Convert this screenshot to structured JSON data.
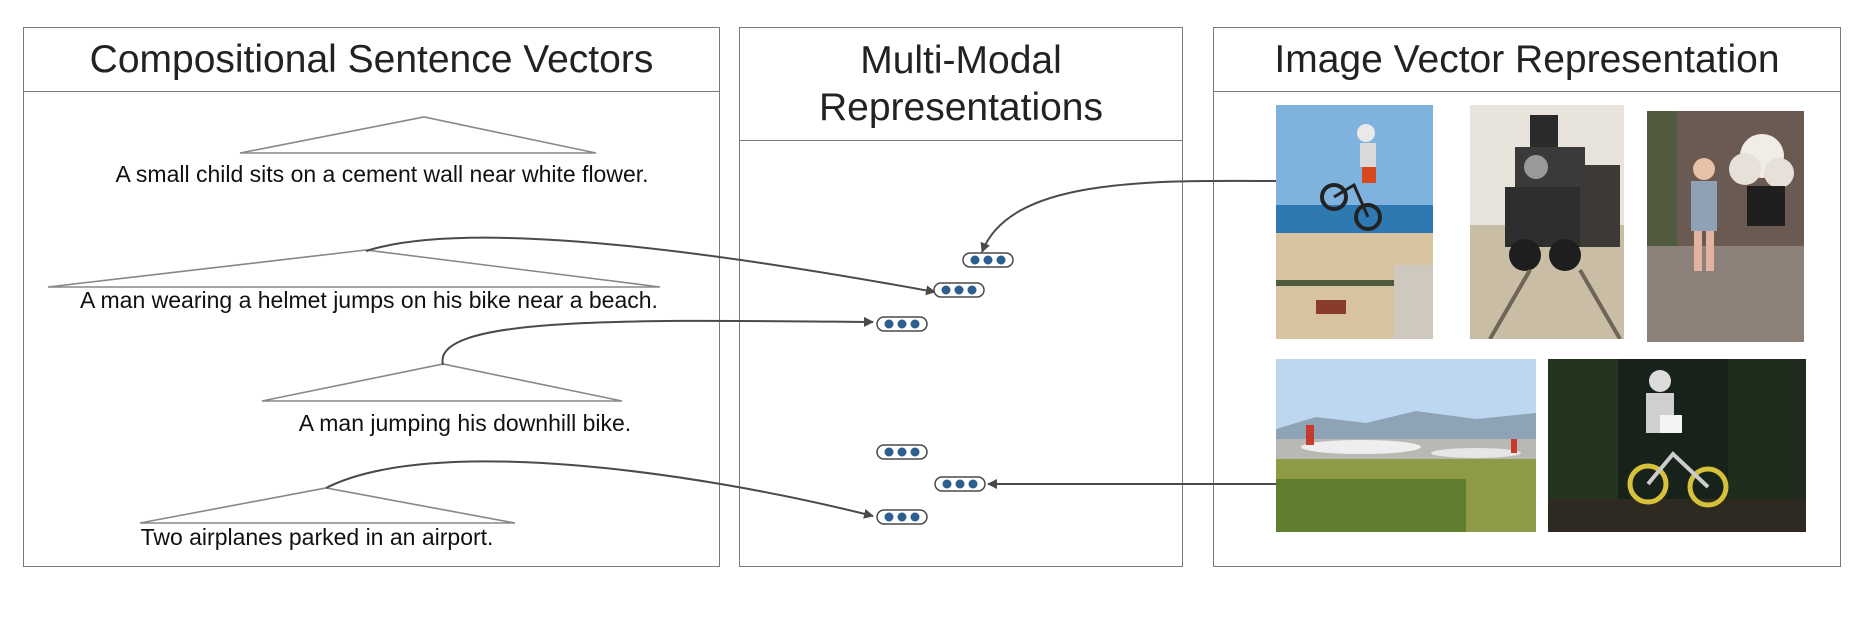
{
  "panels": {
    "sentences": {
      "title": "Compositional Sentence Vectors"
    },
    "multimodal": {
      "title_line1": "Multi-Modal",
      "title_line2": "Representations"
    },
    "images": {
      "title": "Image Vector Representation"
    }
  },
  "sentences": [
    "A small child sits on a cement wall near white flower.",
    "A man wearing a helmet jumps on his bike near a beach.",
    "A man jumping his downhill bike.",
    "Two airplanes parked in an airport."
  ],
  "images": [
    {
      "name": "photo-bike-jump-beach-icon"
    },
    {
      "name": "photo-steam-locomotive-icon"
    },
    {
      "name": "photo-child-on-wall-icon"
    },
    {
      "name": "photo-airplanes-airport-icon"
    },
    {
      "name": "photo-downhill-biker-icon"
    }
  ],
  "colors": {
    "border": "#7a7a7a",
    "arrow": "#4a4a4a",
    "vector_dot": "#2c5f8f",
    "vector_pill": "#ffffff"
  }
}
